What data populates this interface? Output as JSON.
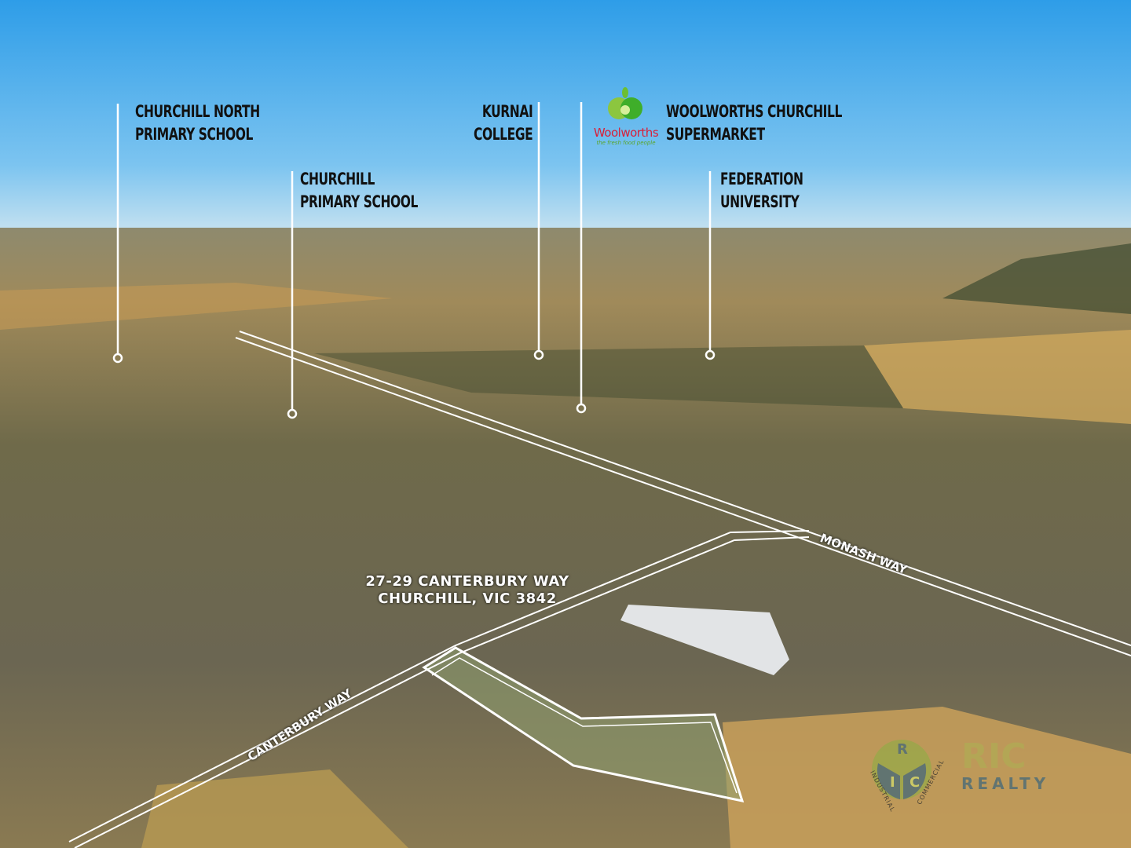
{
  "labels": {
    "churchill_north": [
      "CHURCHILL NORTH",
      "PRIMARY SCHOOL"
    ],
    "churchill_primary": [
      "CHURCHILL",
      "PRIMARY SCHOOL"
    ],
    "kurnai": [
      "KURNAI",
      "COLLEGE"
    ],
    "woolworths": [
      "WOOLWORTHS CHURCHILL",
      "SUPERMARKET"
    ],
    "federation": [
      "FEDERATION",
      "UNIVERSITY"
    ]
  },
  "woolworths_logo": {
    "name": "Woolworths",
    "tagline": "the fresh food people",
    "color": "#d8203a"
  },
  "address": [
    "27-29 CANTERBURY WAY",
    "CHURCHILL, VIC 3842"
  ],
  "roads": {
    "monash": "MONASH WAY",
    "canterbury": "CANTERBURY WAY"
  },
  "watermark": {
    "letters": [
      "R",
      "I",
      "C"
    ],
    "ring_text": [
      "INDUSTRIAL",
      "COMMERCIAL"
    ],
    "brand": "RIC",
    "sub": "REALTY"
  },
  "colors": {
    "sky": "#3aa2e8",
    "field": "#b8944e",
    "accent": "#ffffff"
  }
}
